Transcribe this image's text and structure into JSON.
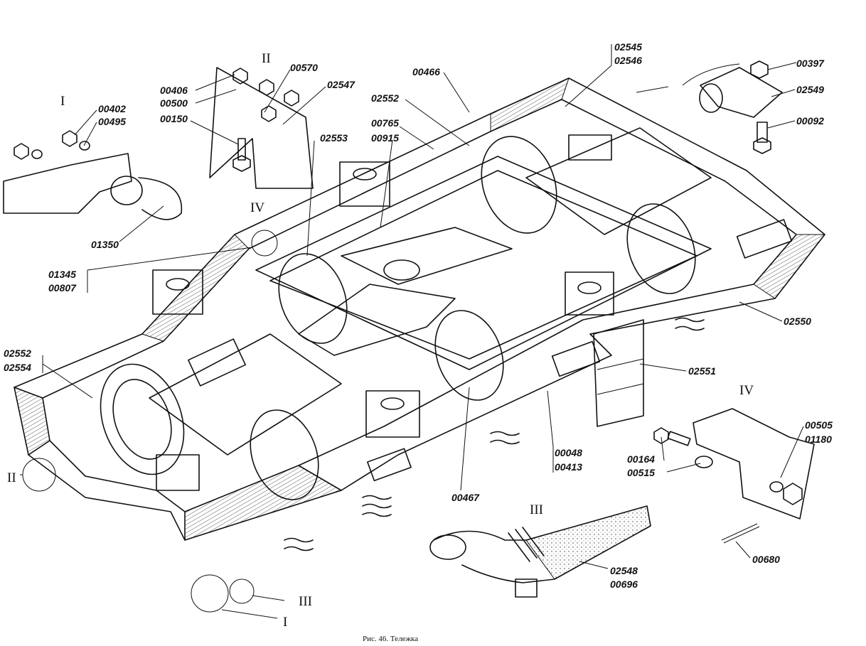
{
  "callouts": {
    "c02545": "02545",
    "c02546": "02546",
    "c00466": "00466",
    "c00397": "00397",
    "c02549": "02549",
    "c00092": "00092",
    "c00570": "00570",
    "c02547": "02547",
    "c00406": "00406",
    "c00500": "00500",
    "c00150": "00150",
    "c02552a": "02552",
    "c00765": "00765",
    "c00915": "00915",
    "c02553": "02553",
    "c00402": "00402",
    "c00495": "00495",
    "c01350": "01350",
    "c01345": "01345",
    "c00807": "00807",
    "c02550": "02550",
    "c02552b": "02552",
    "c02554": "02554",
    "c02551": "02551",
    "c00505": "00505",
    "c01180": "01180",
    "c00164": "00164",
    "c00515": "00515",
    "c00048": "00048",
    "c00413": "00413",
    "c00467": "00467",
    "c00680": "00680",
    "c02548": "02548",
    "c00696": "00696"
  },
  "views": {
    "v1_top": "I",
    "v2_top": "II",
    "v4_mid": "IV",
    "v4_right": "IV",
    "v3_mid": "III",
    "v2_left": "II",
    "v3_bottom": "III",
    "v1_bottom": "I"
  },
  "caption": "Рис. 46. Тележка"
}
